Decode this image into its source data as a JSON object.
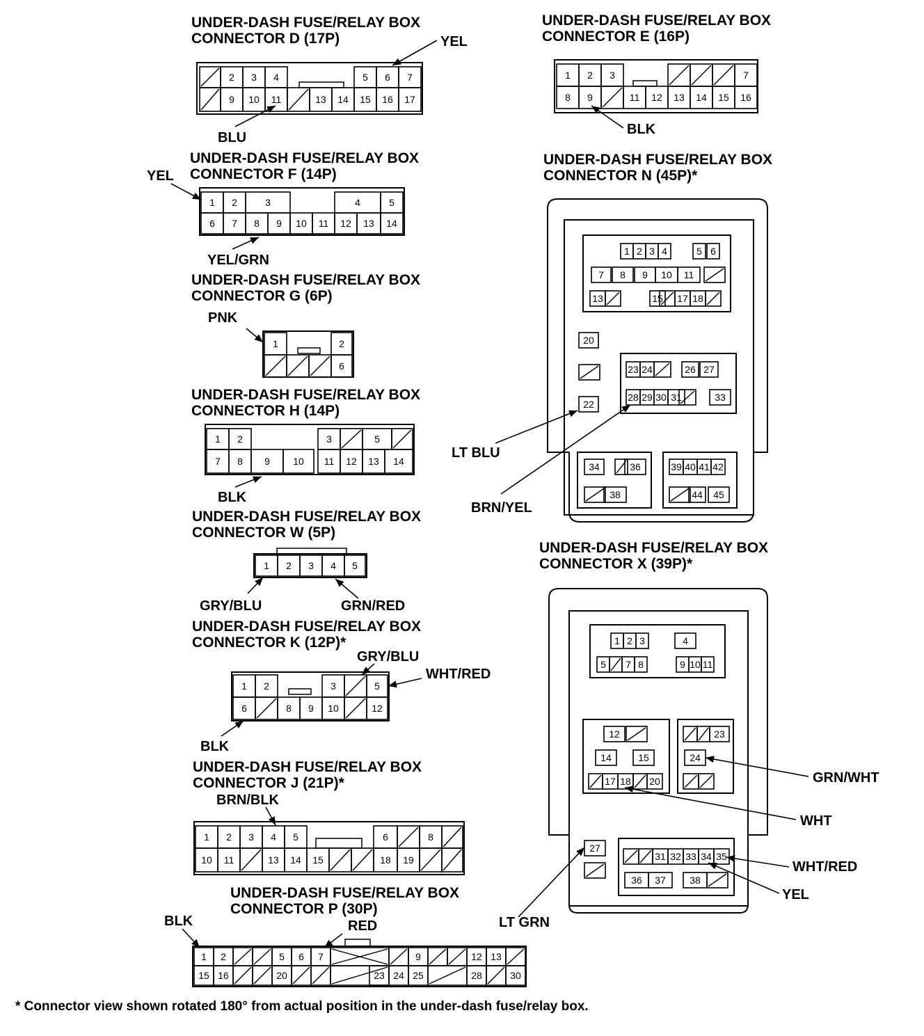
{
  "footnote": "* Connector view shown rotated 180° from actual position in the under-dash fuse/relay box.",
  "connectors": {
    "D": {
      "title_line1": "UNDER-DASH FUSE/RELAY BOX",
      "title_line2": "CONNECTOR D (17P)",
      "wires": [
        {
          "label": "YEL",
          "pin": "6"
        },
        {
          "label": "BLU",
          "pin": "11"
        }
      ],
      "rows": [
        [
          "X",
          "2",
          "3",
          "4",
          "",
          "",
          "",
          "5",
          "6",
          "7"
        ],
        [
          "X",
          "9",
          "10",
          "11",
          "X",
          "13",
          "14",
          "15",
          "16",
          "17"
        ]
      ]
    },
    "E": {
      "title_line1": "UNDER-DASH FUSE/RELAY BOX",
      "title_line2": "CONNECTOR E (16P)",
      "wires": [
        {
          "label": "BLK",
          "pin": "9"
        }
      ],
      "rows": [
        [
          "1",
          "2",
          "3",
          "",
          "",
          "X",
          "X",
          "X",
          "7"
        ],
        [
          "8",
          "9",
          "X",
          "11",
          "12",
          "13",
          "14",
          "15",
          "16"
        ]
      ]
    },
    "F": {
      "title_line1": "UNDER-DASH FUSE/RELAY BOX",
      "title_line2": "CONNECTOR F (14P)",
      "wires": [
        {
          "label": "YEL",
          "pin": "1"
        },
        {
          "label": "YEL/GRN",
          "pin": "8"
        }
      ],
      "rows": [
        [
          "1",
          "2",
          "3",
          "",
          "4",
          "5"
        ],
        [
          "6",
          "7",
          "8",
          "9",
          "10",
          "11",
          "12",
          "13",
          "14"
        ]
      ]
    },
    "G": {
      "title_line1": "UNDER-DASH FUSE/RELAY BOX",
      "title_line2": "CONNECTOR G (6P)",
      "wires": [
        {
          "label": "PNK",
          "pin": "1"
        }
      ],
      "rows": [
        [
          "1",
          "2"
        ],
        [
          "X",
          "X",
          "X",
          "6"
        ]
      ]
    },
    "H": {
      "title_line1": "UNDER-DASH FUSE/RELAY BOX",
      "title_line2": "CONNECTOR H (14P)",
      "wires": [
        {
          "label": "BLK",
          "pin": "9"
        }
      ],
      "rows": [
        [
          "1",
          "2",
          "3",
          "X",
          "5",
          "X"
        ],
        [
          "7",
          "8",
          "9",
          "10",
          "11",
          "12",
          "13",
          "14"
        ]
      ]
    },
    "W": {
      "title_line1": "UNDER-DASH FUSE/RELAY BOX",
      "title_line2": "CONNECTOR W (5P)",
      "wires": [
        {
          "label": "GRY/BLU",
          "pin": "1"
        },
        {
          "label": "GRN/RED",
          "pin": "4"
        }
      ],
      "rows": [
        [
          "1",
          "2",
          "3",
          "4",
          "5"
        ]
      ]
    },
    "K": {
      "title_line1": "UNDER-DASH FUSE/RELAY BOX",
      "title_line2": "CONNECTOR K (12P)*",
      "wires": [
        {
          "label": "GRY/BLU",
          "pin": "3"
        },
        {
          "label": "WHT/RED",
          "pin": "5"
        },
        {
          "label": "BLK",
          "pin": "6"
        }
      ],
      "rows": [
        [
          "1",
          "2",
          "",
          "",
          "3",
          "X",
          "5"
        ],
        [
          "6",
          "X",
          "8",
          "9",
          "10",
          "X",
          "12"
        ]
      ]
    },
    "J": {
      "title_line1": "UNDER-DASH FUSE/RELAY BOX",
      "title_line2": "CONNECTOR J (21P)*",
      "wires": [
        {
          "label": "BRN/BLK",
          "pin": "4"
        }
      ],
      "rows": [
        [
          "1",
          "2",
          "3",
          "4",
          "5",
          "",
          "",
          "",
          "6",
          "X",
          "8",
          "X"
        ],
        [
          "10",
          "11",
          "X",
          "13",
          "14",
          "15",
          "X",
          "X",
          "18",
          "19",
          "X",
          "X"
        ]
      ]
    },
    "P": {
      "title_line1": "UNDER-DASH FUSE/RELAY BOX",
      "title_line2": "CONNECTOR P (30P)",
      "wires": [
        {
          "label": "BLK",
          "pin": "1"
        },
        {
          "label": "RED",
          "pin": "7"
        }
      ],
      "rows": [
        [
          "1",
          "2",
          "X",
          "X",
          "5",
          "6",
          "7",
          "XX",
          "X",
          "9",
          "X",
          "X",
          "12",
          "13",
          "X"
        ],
        [
          "15",
          "16",
          "X",
          "X",
          "20",
          "X",
          "X",
          "X",
          "23",
          "24",
          "25",
          "X",
          "28",
          "X",
          "30"
        ]
      ]
    },
    "N": {
      "title_line1": "UNDER-DASH FUSE/RELAY BOX",
      "title_line2": "CONNECTOR N (45P)*",
      "wires": [
        {
          "label": "LT BLU",
          "pin": "22"
        },
        {
          "label": "BRN/YEL",
          "pin": "28"
        }
      ],
      "pins": [
        "1",
        "2",
        "3",
        "4",
        "5",
        "6",
        "7",
        "8",
        "9",
        "10",
        "11",
        "13",
        "15",
        "17",
        "18",
        "20",
        "23",
        "24",
        "26",
        "27",
        "22",
        "28",
        "29",
        "30",
        "31",
        "33",
        "34",
        "36",
        "38",
        "39",
        "40",
        "41",
        "42",
        "44",
        "45"
      ]
    },
    "X": {
      "title_line1": "UNDER-DASH FUSE/RELAY BOX",
      "title_line2": "CONNECTOR X (39P)*",
      "wires": [
        {
          "label": "GRN/WHT",
          "pin": "24"
        },
        {
          "label": "WHT",
          "pin": "18"
        },
        {
          "label": "WHT/RED",
          "pin": "35"
        },
        {
          "label": "YEL",
          "pin": "34"
        },
        {
          "label": "LT GRN",
          "pin": "27"
        }
      ],
      "pins": [
        "1",
        "2",
        "3",
        "4",
        "5",
        "7",
        "8",
        "9",
        "10",
        "11",
        "12",
        "14",
        "15",
        "17",
        "18",
        "20",
        "23",
        "24",
        "27",
        "31",
        "32",
        "33",
        "34",
        "35",
        "36",
        "37",
        "38"
      ]
    }
  }
}
